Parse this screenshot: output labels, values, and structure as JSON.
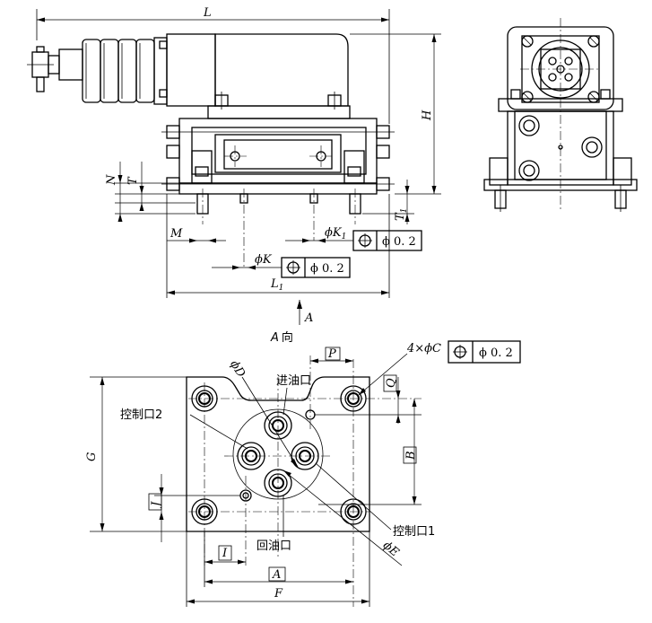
{
  "top_view": {
    "dim_L": "L",
    "dim_H": "H",
    "dim_N": "N",
    "dim_T": "T",
    "dim_T1": "T",
    "dim_T1_sub": "1",
    "dim_M": "M",
    "dim_K": "ϕK",
    "dim_K1": "ϕK",
    "dim_K1_sub": "1",
    "dim_L1": "L",
    "dim_L1_sub": "1",
    "tol_K": "ϕ 0. 2",
    "tol_K1": "ϕ 0. 2",
    "view_arrow": "A"
  },
  "bottom_view": {
    "title": "A 向",
    "dim_P": "P",
    "dim_Q": "Q",
    "dim_B": "B",
    "dim_G": "G",
    "dim_J": "J",
    "dim_I": "I",
    "dim_A": "A",
    "dim_F": "F",
    "dim_D": "ϕD",
    "dim_E": "ϕE",
    "dim_C": "4×ϕC",
    "tol_C": "ϕ 0. 2",
    "label_inlet": "进油口",
    "label_control2": "控制口2",
    "label_control1": "控制口1",
    "label_return": "回油口"
  }
}
